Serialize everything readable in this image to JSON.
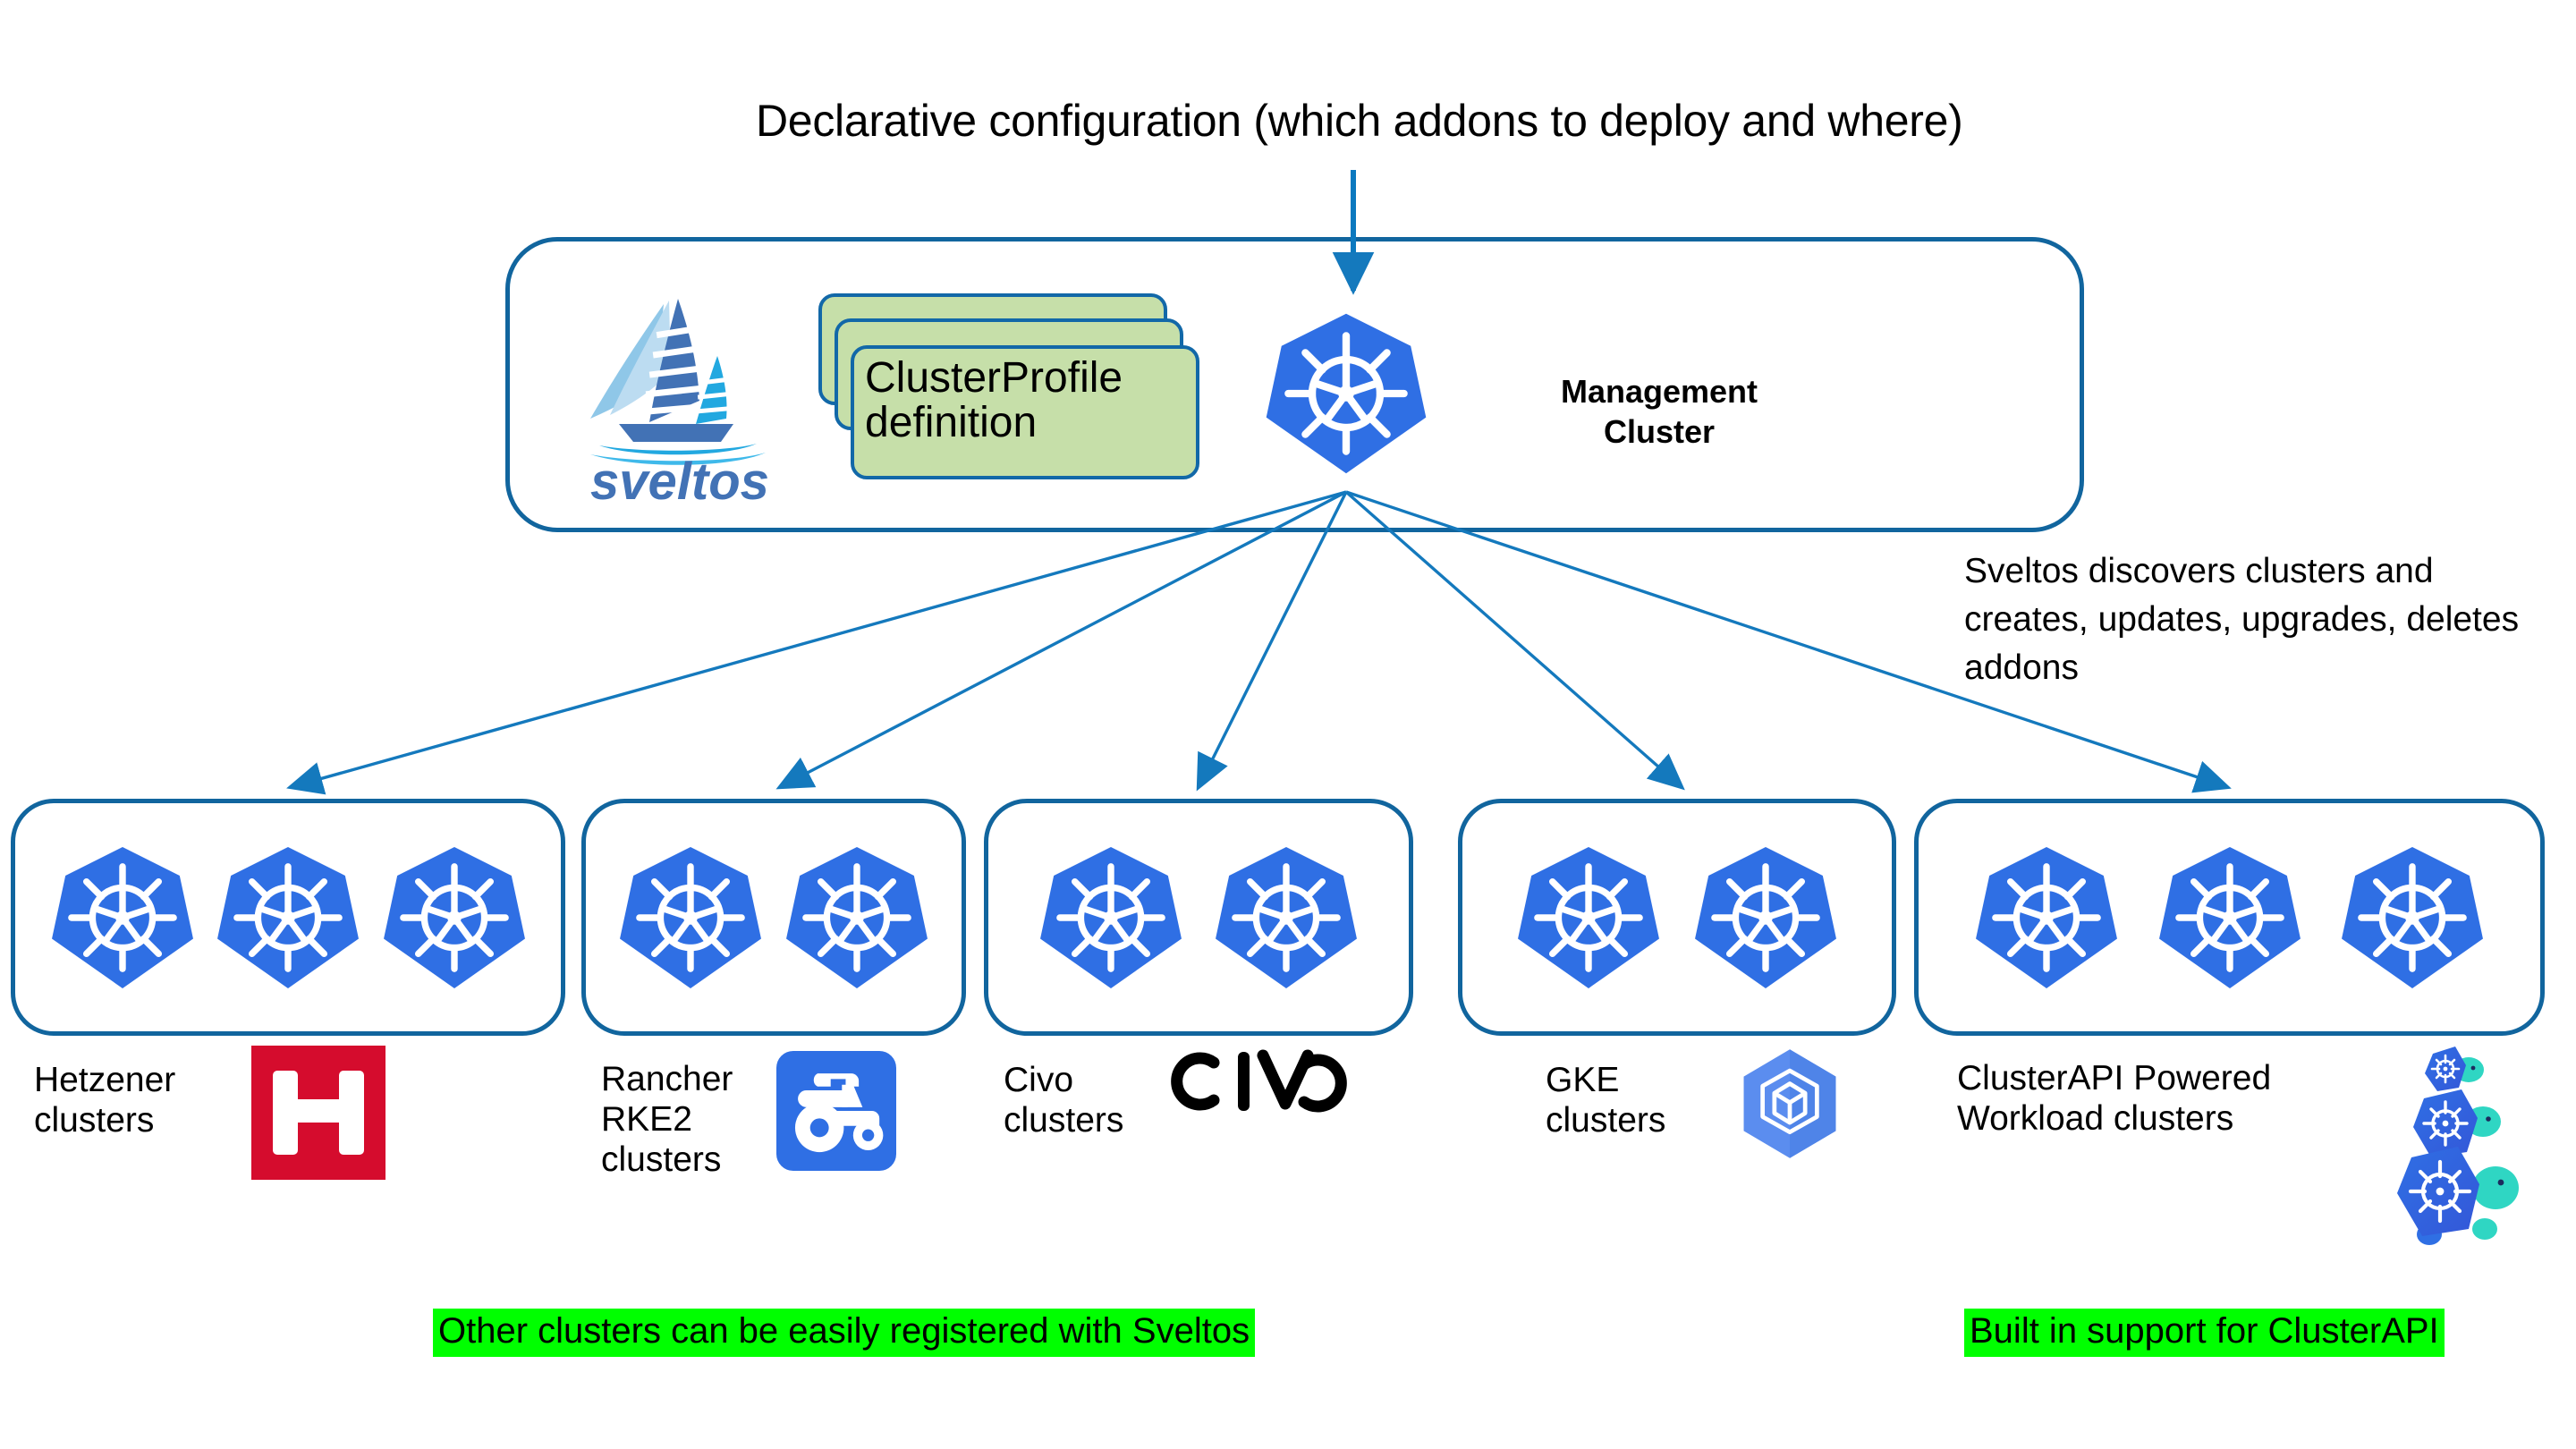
{
  "title": {
    "text": "Declarative configuration (which addons to deploy and where)"
  },
  "management": {
    "sveltos_logo_name": "sveltos-logo",
    "sveltos_wordmark": "sveltos",
    "clusterprofile_label": "ClusterProfile\ndefinition",
    "cluster_label": "Management\nCluster",
    "k8s_icon_name": "kubernetes-icon"
  },
  "discovery_note": {
    "text": "Sveltos discovers clusters and creates, updates, upgrades, deletes addons"
  },
  "cluster_groups": [
    {
      "id": "hetzner",
      "caption": "Hetzener\nclusters",
      "cluster_count": 3,
      "logo_name": "hetzner-logo",
      "logo_letter": "H",
      "logo_color": "#d50c2d"
    },
    {
      "id": "rancher",
      "caption": "Rancher\nRKE2\nclusters",
      "cluster_count": 2,
      "logo_name": "rancher-tractor-logo",
      "logo_color": "#2f6fe4"
    },
    {
      "id": "civo",
      "caption": "Civo\nclusters",
      "cluster_count": 2,
      "logo_name": "civo-logo",
      "logo_text": "CIVO",
      "logo_color": "#000000"
    },
    {
      "id": "gke",
      "caption": "GKE\nclusters",
      "cluster_count": 2,
      "logo_name": "gke-logo",
      "logo_color": "#5b8def"
    },
    {
      "id": "capi",
      "caption": "ClusterAPI Powered\nWorkload clusters",
      "cluster_count": 3,
      "logo_name": "cluster-api-turtles-logo",
      "logo_color": "#2f6fe4"
    }
  ],
  "banners": [
    {
      "id": "other-clusters",
      "text": "Other clusters can be easily registered with Sveltos"
    },
    {
      "id": "builtin-capi",
      "text": "Built in support for ClusterAPI"
    }
  ],
  "colors": {
    "box_border": "#11659e",
    "arrow": "#1479bd",
    "kubernetes_blue": "#2f6fe4",
    "card_green": "#c6dfa9",
    "highlight_green": "#00ff00"
  }
}
